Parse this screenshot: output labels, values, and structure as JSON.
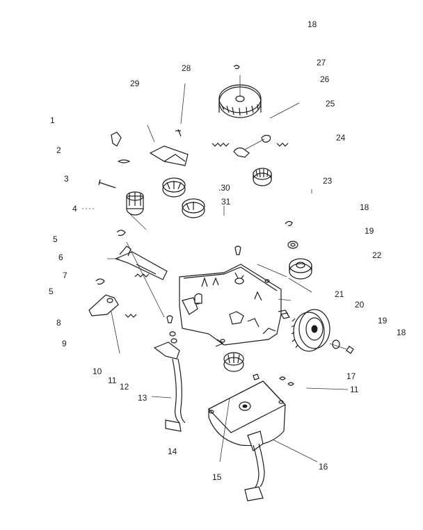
{
  "diagram": {
    "labels": [
      "18",
      "27",
      "26",
      "25",
      "24",
      "23",
      "18",
      "19",
      "22",
      "21",
      "20",
      "19",
      "18",
      "29",
      "28",
      "1",
      "2",
      "3",
      "4",
      "5",
      "6",
      "7",
      "5",
      "8",
      "9",
      ".30",
      "31",
      "10",
      "11",
      "12",
      "13",
      "14",
      "15",
      "16",
      "17",
      "11"
    ]
  },
  "colors": {
    "ink": "#1a1a1a",
    "paper": "#ffffff"
  }
}
